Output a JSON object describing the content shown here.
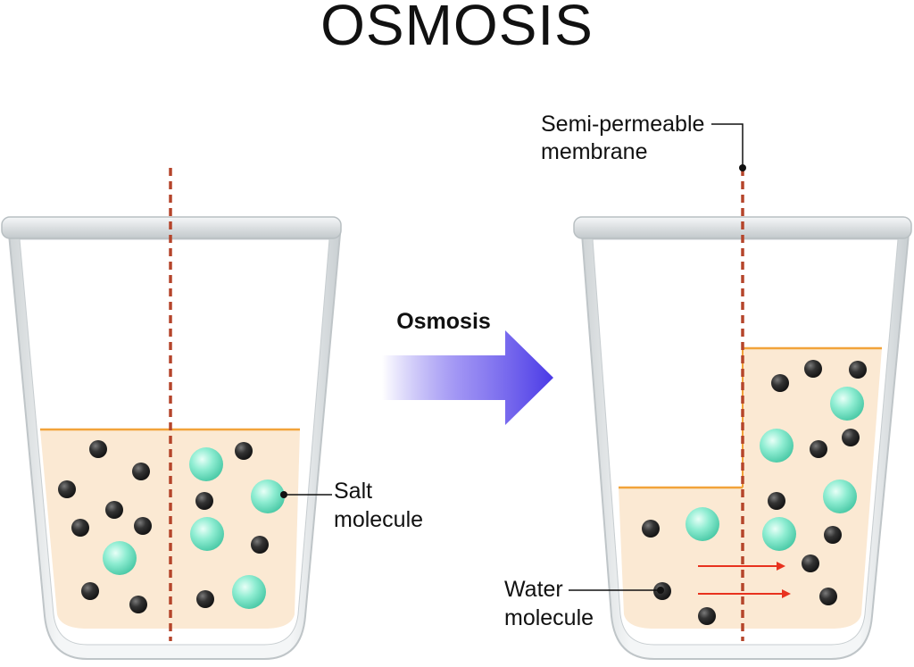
{
  "title": "OSMOSIS",
  "arrow": {
    "label": "Osmosis"
  },
  "labels": {
    "salt_line1": "Salt",
    "salt_line2": "molecule",
    "membrane_line1": "Semi-permeable",
    "membrane_line2": "membrane",
    "water_line1": "Water",
    "water_line2": "molecule"
  },
  "colors": {
    "solution": "#fbe9d3",
    "solution_edge": "#f2a33a",
    "membrane": "#b5452b",
    "water_molecule": "#2b2b2b",
    "salt_molecule": "#7fe6c8",
    "flow_arrow": "#e8321e",
    "process_arrow": "#5a48e8"
  },
  "icons": [
    "beaker-before",
    "beaker-after",
    "osmosis-arrow",
    "membrane-line",
    "flow-arrow"
  ]
}
